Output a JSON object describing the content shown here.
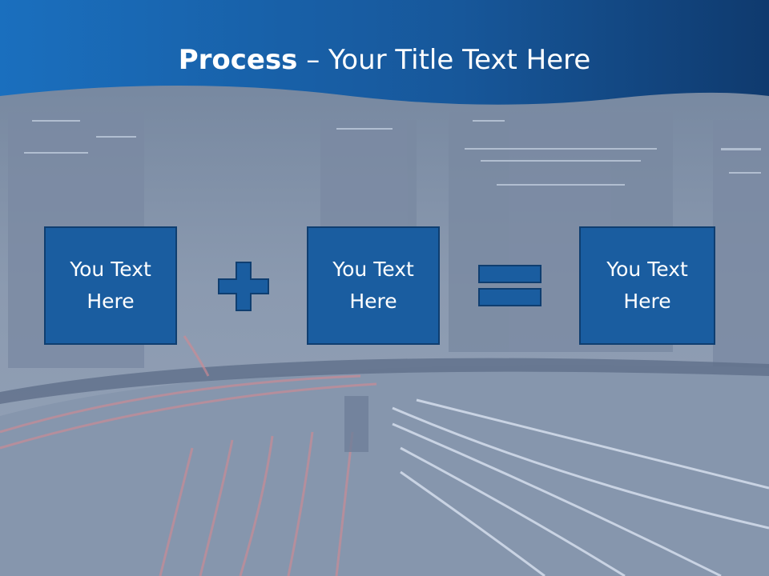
{
  "slide": {
    "title_bold": "Process",
    "title_rest": " – Your Title Text Here",
    "boxes": [
      {
        "text": "You Text\nHere"
      },
      {
        "text": "You Text\nHere"
      },
      {
        "text": "You Text\nHere"
      }
    ],
    "operators": [
      "plus-icon",
      "equals-icon"
    ]
  },
  "colors": {
    "header_blue": "#1565ad",
    "box_fill": "#1a5da0",
    "box_border": "#0f3e70"
  }
}
